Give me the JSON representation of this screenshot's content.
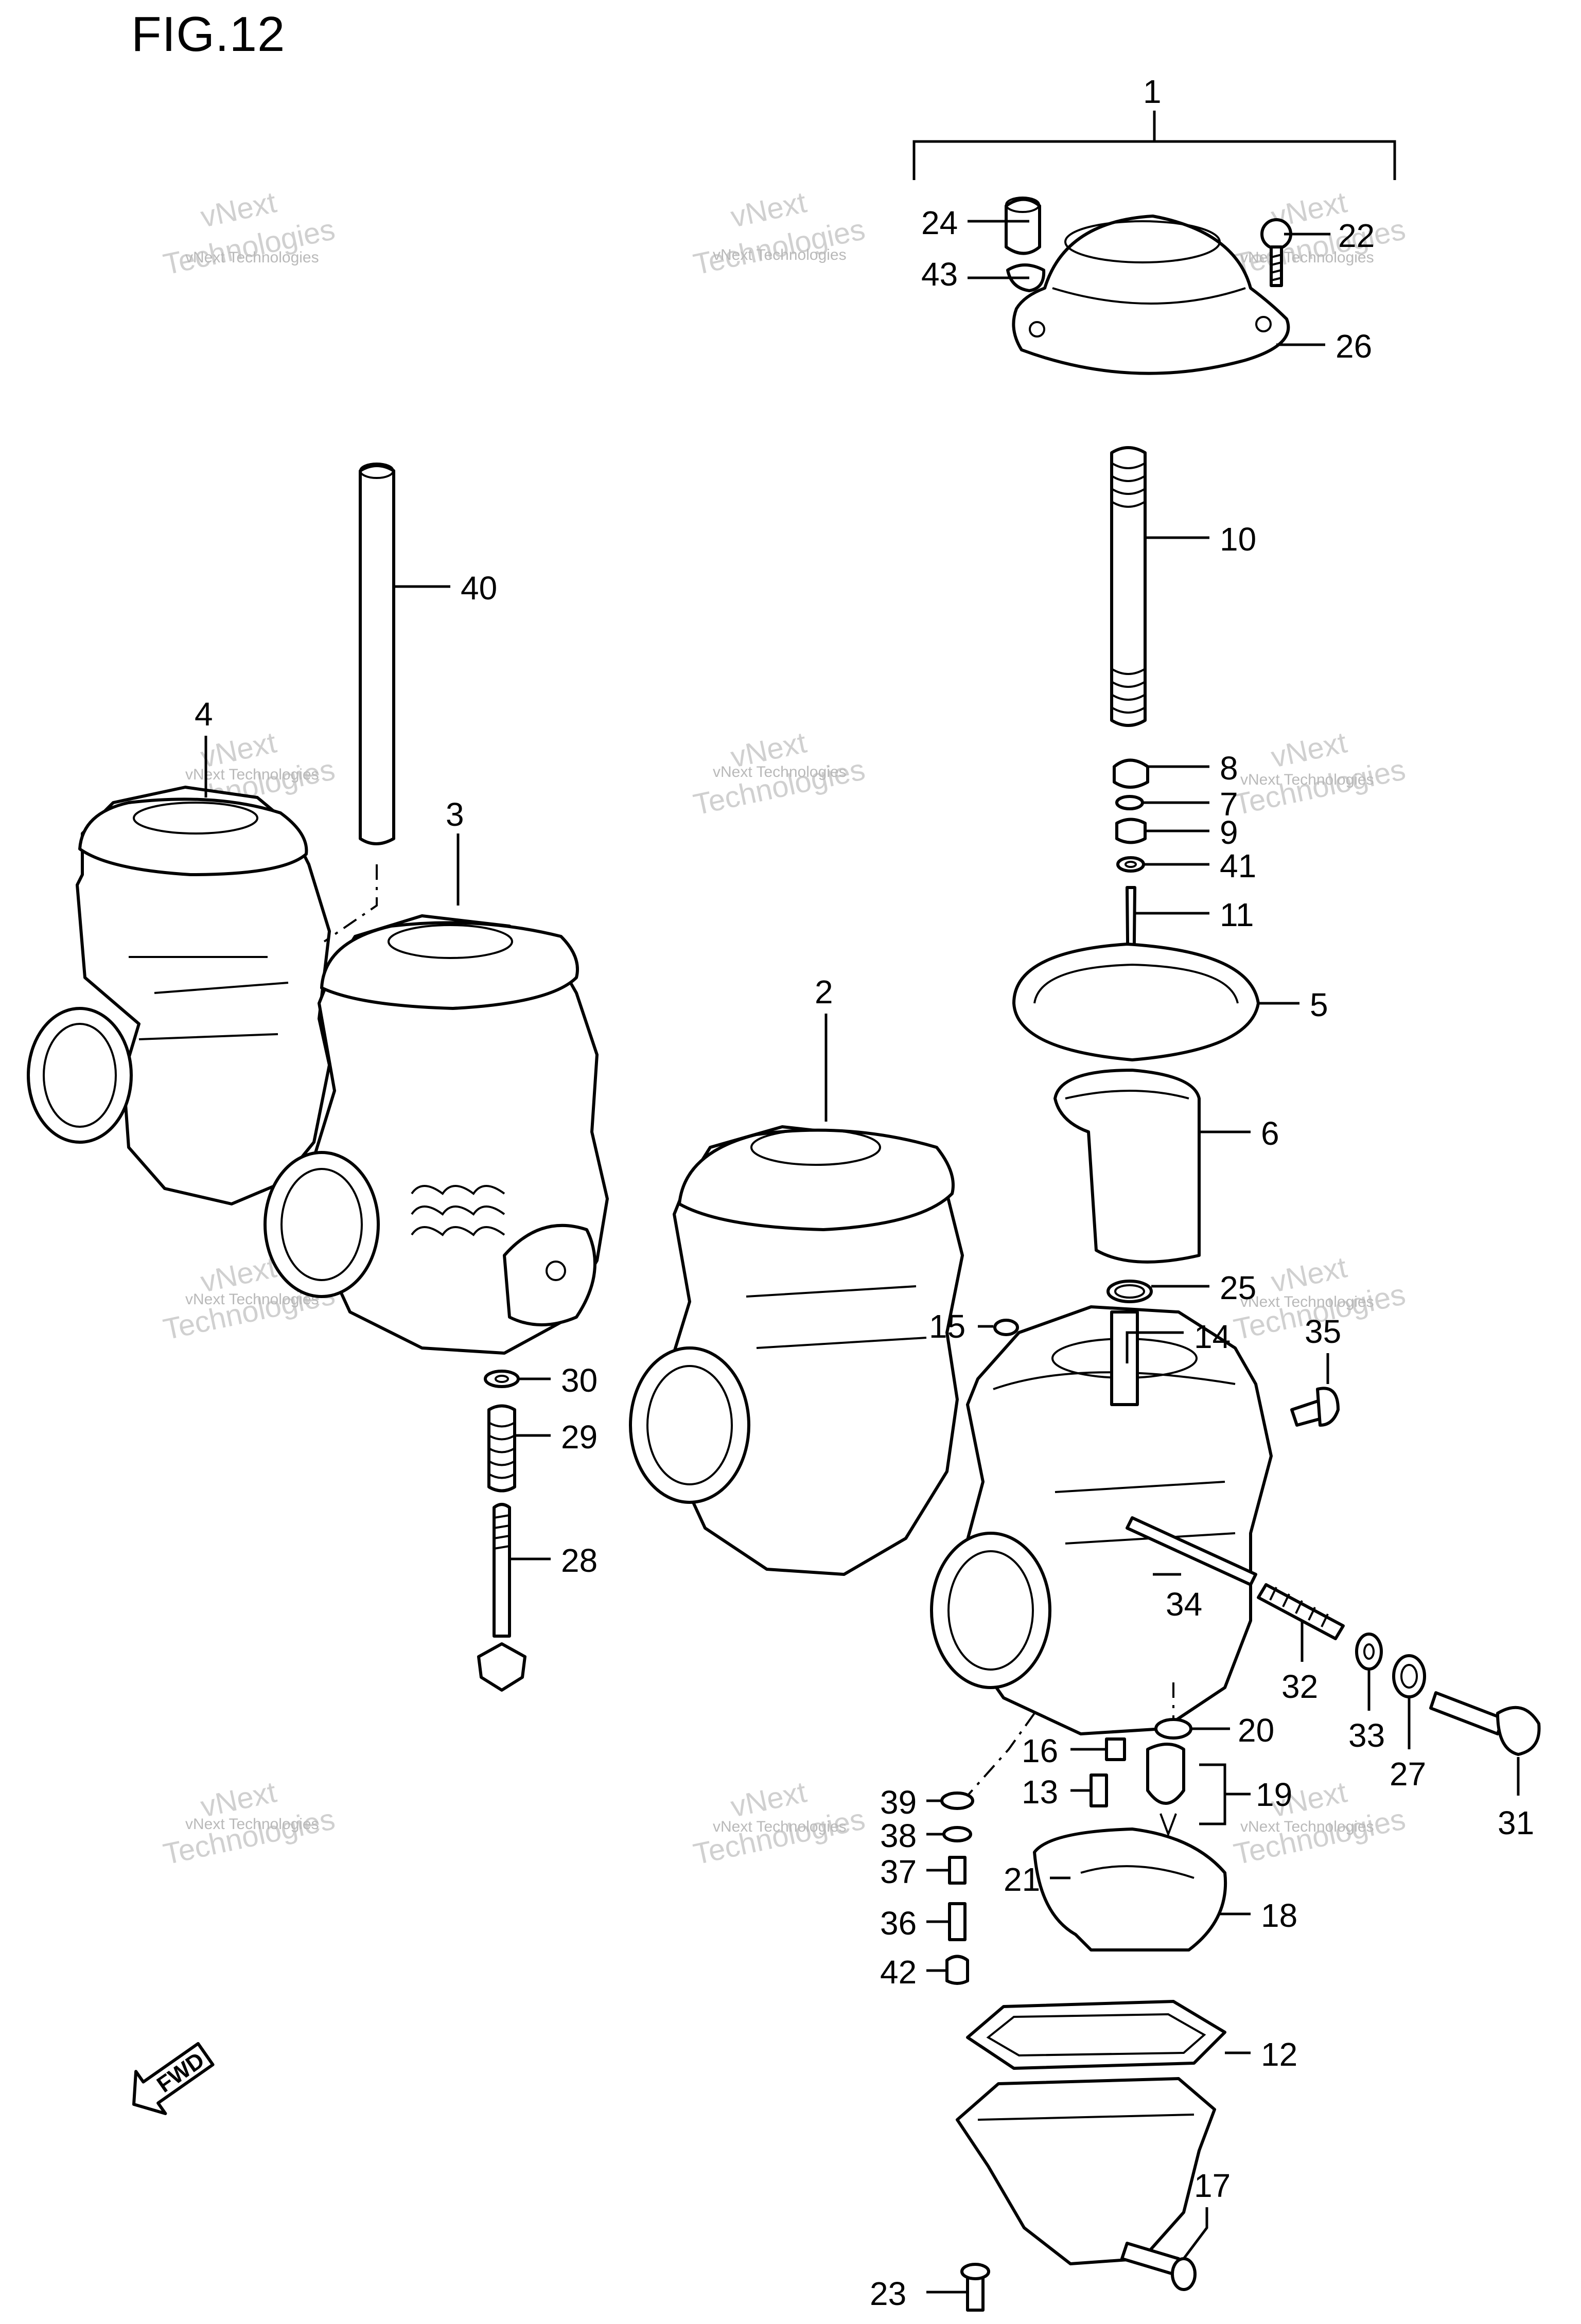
{
  "figure": {
    "title": "FIG.12",
    "fwd_label": "FWD",
    "watermark": {
      "line1": "vNext",
      "line2": "vNext Technologies",
      "line3": "Technologies"
    }
  },
  "callouts": [
    {
      "id": "1",
      "label": "1"
    },
    {
      "id": "2",
      "label": "2"
    },
    {
      "id": "3",
      "label": "3"
    },
    {
      "id": "4",
      "label": "4"
    },
    {
      "id": "5",
      "label": "5"
    },
    {
      "id": "6",
      "label": "6"
    },
    {
      "id": "7",
      "label": "7"
    },
    {
      "id": "8",
      "label": "8"
    },
    {
      "id": "9",
      "label": "9"
    },
    {
      "id": "10",
      "label": "10"
    },
    {
      "id": "11",
      "label": "11"
    },
    {
      "id": "12",
      "label": "12"
    },
    {
      "id": "13",
      "label": "13"
    },
    {
      "id": "14",
      "label": "14"
    },
    {
      "id": "15",
      "label": "15"
    },
    {
      "id": "16",
      "label": "16"
    },
    {
      "id": "17",
      "label": "17"
    },
    {
      "id": "18",
      "label": "18"
    },
    {
      "id": "19",
      "label": "19"
    },
    {
      "id": "20",
      "label": "20"
    },
    {
      "id": "21",
      "label": "21"
    },
    {
      "id": "22",
      "label": "22"
    },
    {
      "id": "23",
      "label": "23"
    },
    {
      "id": "24",
      "label": "24"
    },
    {
      "id": "25",
      "label": "25"
    },
    {
      "id": "26",
      "label": "26"
    },
    {
      "id": "27",
      "label": "27"
    },
    {
      "id": "28",
      "label": "28"
    },
    {
      "id": "29",
      "label": "29"
    },
    {
      "id": "30",
      "label": "30"
    },
    {
      "id": "31",
      "label": "31"
    },
    {
      "id": "32",
      "label": "32"
    },
    {
      "id": "33",
      "label": "33"
    },
    {
      "id": "34",
      "label": "34"
    },
    {
      "id": "35",
      "label": "35"
    },
    {
      "id": "36",
      "label": "36"
    },
    {
      "id": "37",
      "label": "37"
    },
    {
      "id": "38",
      "label": "38"
    },
    {
      "id": "39",
      "label": "39"
    },
    {
      "id": "40",
      "label": "40"
    },
    {
      "id": "41",
      "label": "41"
    },
    {
      "id": "42",
      "label": "42"
    },
    {
      "id": "43",
      "label": "43"
    }
  ]
}
